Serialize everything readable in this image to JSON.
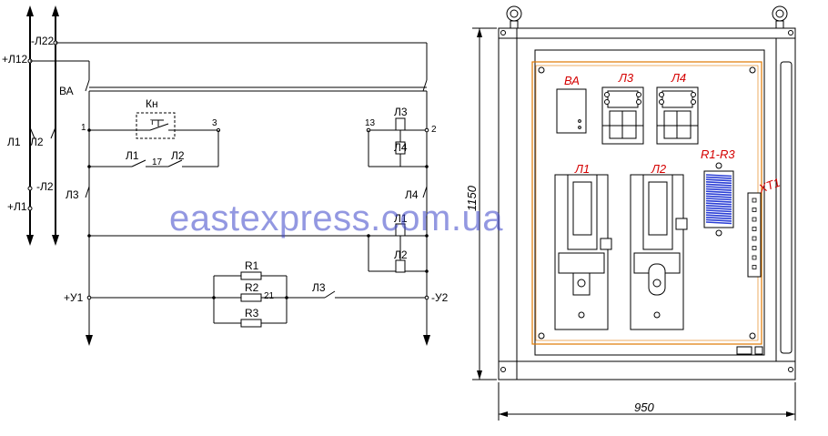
{
  "schematic": {
    "labels": {
      "l22_pos": "-Л22",
      "l12_pos": "+Л12",
      "breaker": "ВА",
      "button": "Кн",
      "button_symbol": "т",
      "node_1": "1",
      "node_3": "3",
      "node_13": "13",
      "node_2": "2",
      "node_17": "17",
      "node_21": "21",
      "l1_l2_left": "Л1",
      "l1_l2_right": "Л2",
      "minus_l2": "-Л2",
      "plus_l1": "+Л1",
      "contact_l1": "Л1",
      "contact_l2": "Л2",
      "contact_l3_left": "Л3",
      "contact_l4_right": "Л4",
      "coil_l3": "Л3",
      "coil_l4": "Л4",
      "coil_l1": "Л1",
      "coil_l2": "Л2",
      "r1": "R1",
      "r2": "R2",
      "r3": "R3",
      "contact_l3_bottom": "Л3",
      "plus_u1": "+У1",
      "minus_u2": "-У2"
    }
  },
  "cabinet": {
    "labels": {
      "va": "ВА",
      "l3": "Л3",
      "l4": "Л4",
      "l1": "Л1",
      "l2": "Л2",
      "resistors": "R1-R3",
      "terminal": "XT1"
    },
    "height_dim": "1150",
    "width_dim": "950"
  },
  "watermark": "eastexpress.com.ua"
}
